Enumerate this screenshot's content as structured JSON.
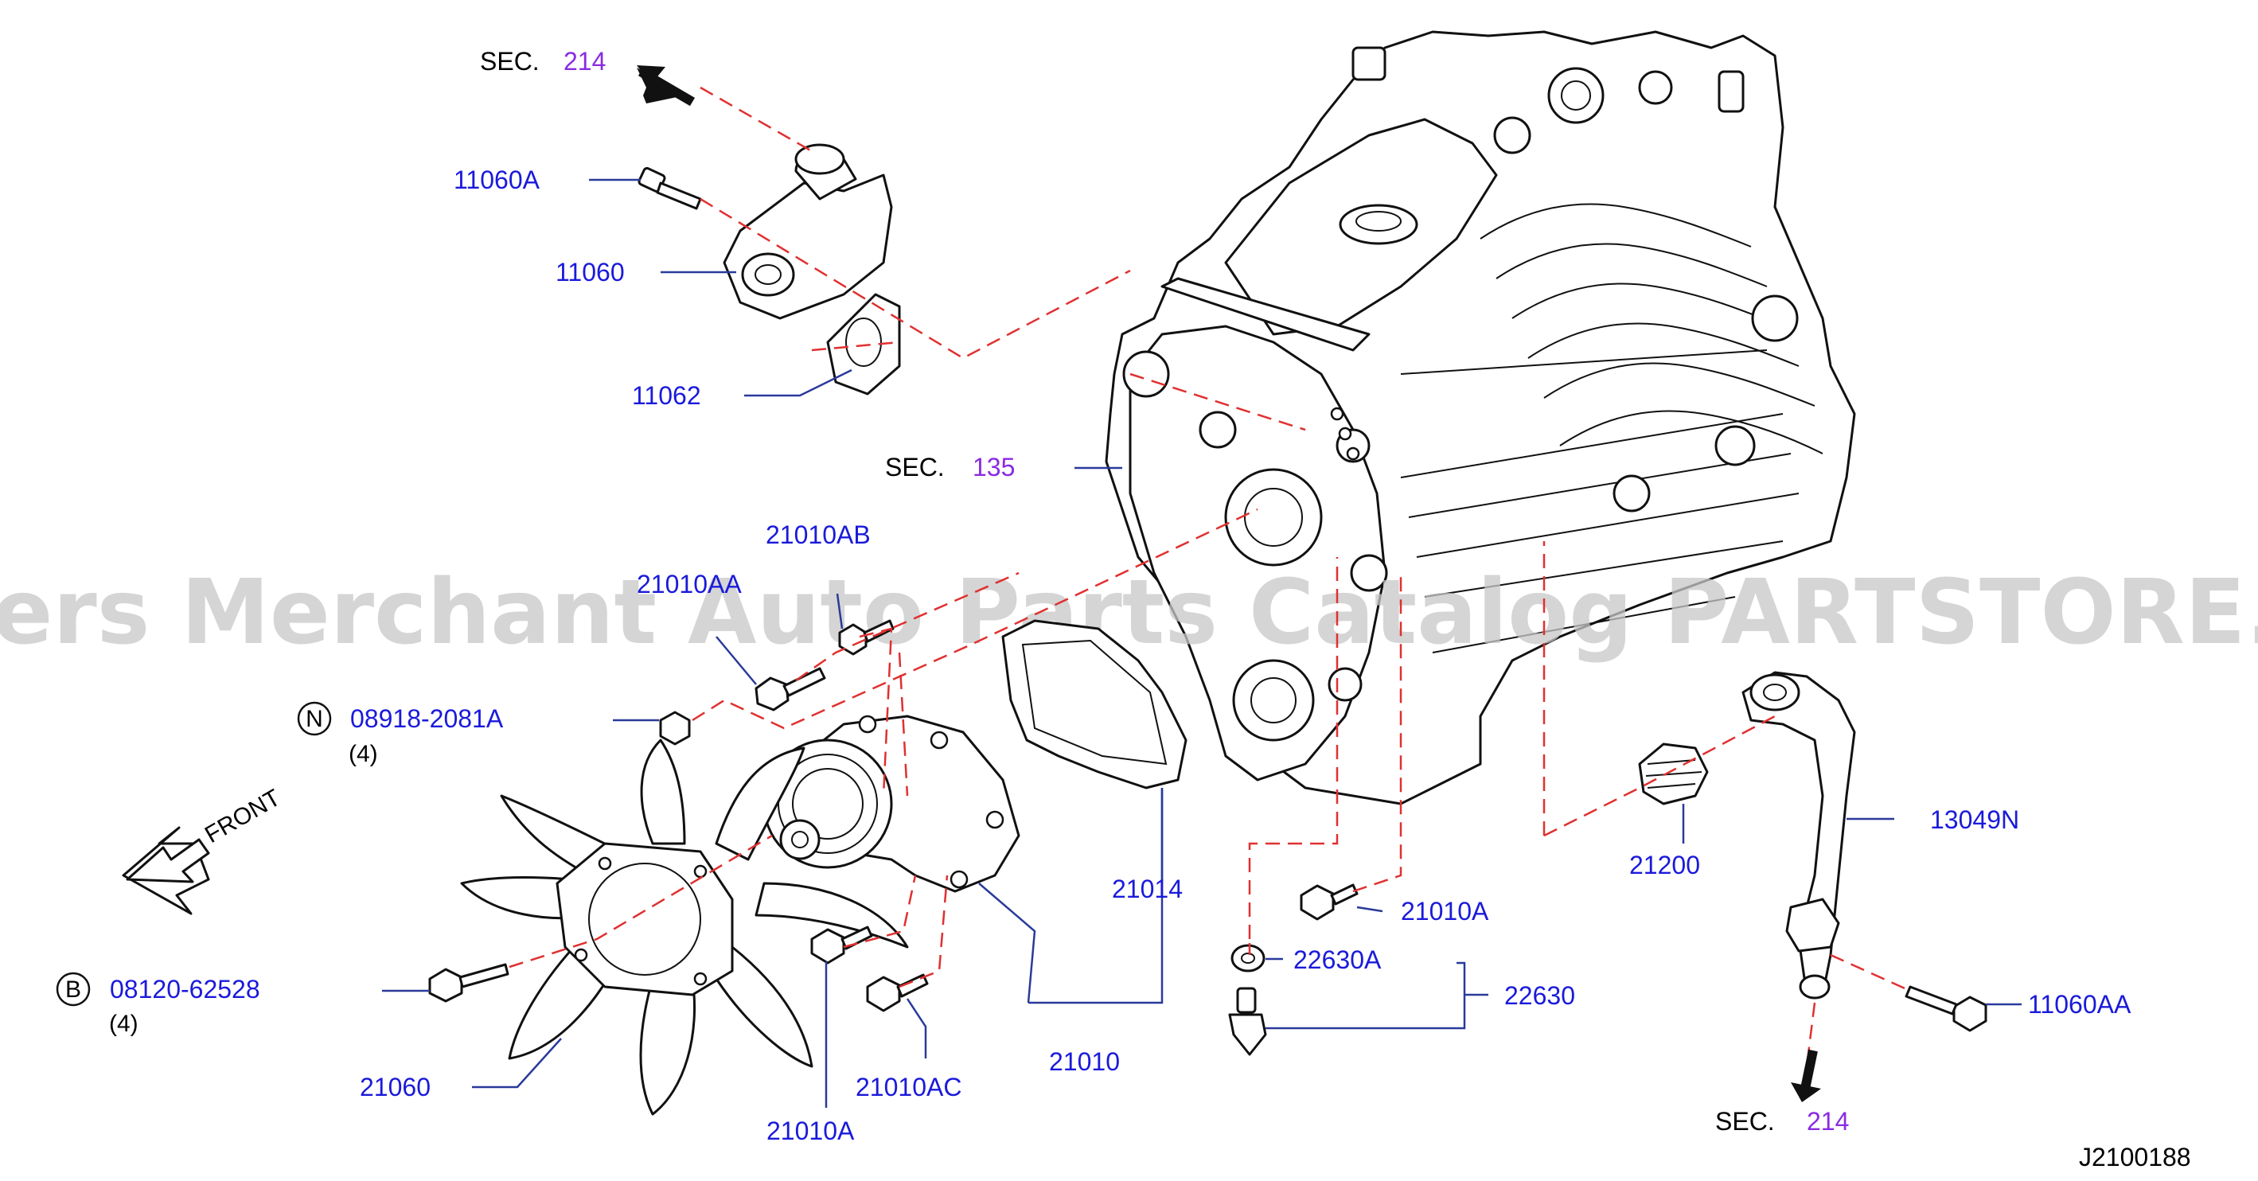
{
  "sections": {
    "top": {
      "prefix": "SEC.",
      "number": "214"
    },
    "engine": {
      "prefix": "SEC.",
      "number": "135"
    },
    "bottom": {
      "prefix": "SEC.",
      "number": "214"
    }
  },
  "labels": {
    "p11060A": "11060A",
    "p11060": "11060",
    "p11062": "11062",
    "p21010AB": "21010AB",
    "p21010AA": "21010AA",
    "p08918": "08918-2081A",
    "p08918_qty": "(4)",
    "p08918_mark": "N",
    "p08120": "08120-62528",
    "p08120_qty": "(4)",
    "p08120_mark": "B",
    "p21060": "21060",
    "p21010A_bottom": "21010A",
    "p21010AC": "21010AC",
    "p21010": "21010",
    "p21014": "21014",
    "p21010A_mid": "21010A",
    "p22630A": "22630A",
    "p22630": "22630",
    "p21200": "21200",
    "p13049N": "13049N",
    "p11060AA": "11060AA"
  },
  "front_label": "FRONT",
  "diagram_ref": "J2100188",
  "watermark": "Offers Merchant Auto Parts Catalog PARTSTORE.SA",
  "colors": {
    "label": "#1a1adb",
    "section_number": "#8a2be2",
    "callout_dash": "#e03030",
    "leader": "#2a3a9a"
  }
}
